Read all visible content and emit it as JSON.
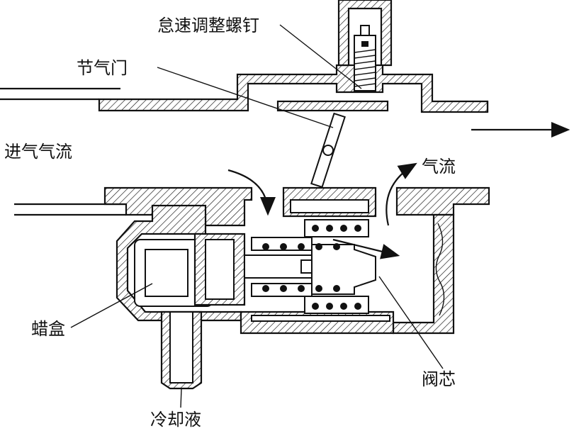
{
  "labels": {
    "idle_screw": "怠速调整螺钉",
    "throttle": "节气门",
    "intake_flow": "进气气流",
    "airflow": "气流",
    "wax_box": "蜡盒",
    "valve_core": "阀芯",
    "coolant": "冷却液"
  },
  "colors": {
    "ink": "#111111",
    "paper": "#ffffff"
  }
}
